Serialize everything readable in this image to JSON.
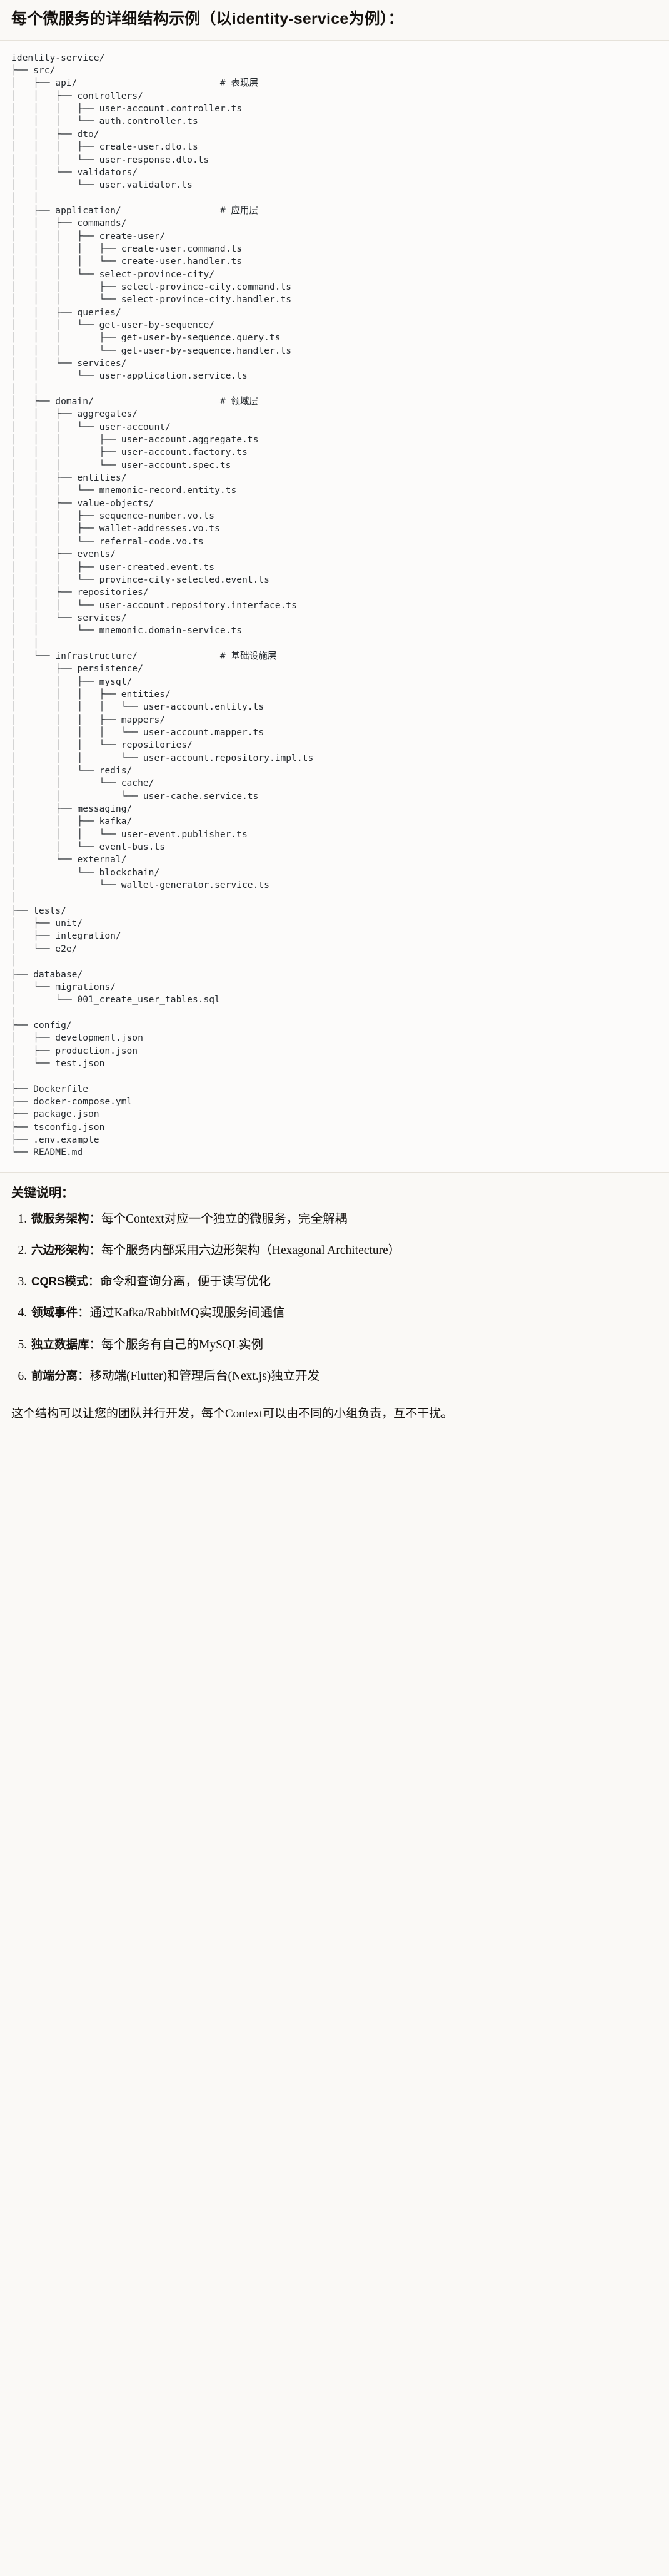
{
  "heading": "每个微服务的详细结构示例（以identity-service为例）：",
  "tree": {
    "root": "identity-service/",
    "text": "identity-service/\n├── src/\n│   ├── api/                          # 表现层\n│   │   ├── controllers/\n│   │   │   ├── user-account.controller.ts\n│   │   │   └── auth.controller.ts\n│   │   ├── dto/\n│   │   │   ├── create-user.dto.ts\n│   │   │   └── user-response.dto.ts\n│   │   └── validators/\n│   │       └── user.validator.ts\n│   │\n│   ├── application/                  # 应用层\n│   │   ├── commands/\n│   │   │   ├── create-user/\n│   │   │   │   ├── create-user.command.ts\n│   │   │   │   └── create-user.handler.ts\n│   │   │   └── select-province-city/\n│   │   │       ├── select-province-city.command.ts\n│   │   │       └── select-province-city.handler.ts\n│   │   ├── queries/\n│   │   │   └── get-user-by-sequence/\n│   │   │       ├── get-user-by-sequence.query.ts\n│   │   │       └── get-user-by-sequence.handler.ts\n│   │   └── services/\n│   │       └── user-application.service.ts\n│   │\n│   ├── domain/                       # 领域层\n│   │   ├── aggregates/\n│   │   │   └── user-account/\n│   │   │       ├── user-account.aggregate.ts\n│   │   │       ├── user-account.factory.ts\n│   │   │       └── user-account.spec.ts\n│   │   ├── entities/\n│   │   │   └── mnemonic-record.entity.ts\n│   │   ├── value-objects/\n│   │   │   ├── sequence-number.vo.ts\n│   │   │   ├── wallet-addresses.vo.ts\n│   │   │   └── referral-code.vo.ts\n│   │   ├── events/\n│   │   │   ├── user-created.event.ts\n│   │   │   └── province-city-selected.event.ts\n│   │   ├── repositories/\n│   │   │   └── user-account.repository.interface.ts\n│   │   └── services/\n│   │       └── mnemonic.domain-service.ts\n│   │\n│   └── infrastructure/               # 基础设施层\n│       ├── persistence/\n│       │   ├── mysql/\n│       │   │   ├── entities/\n│       │   │   │   └── user-account.entity.ts\n│       │   │   ├── mappers/\n│       │   │   │   └── user-account.mapper.ts\n│       │   │   └── repositories/\n│       │   │       └── user-account.repository.impl.ts\n│       │   └── redis/\n│       │       └── cache/\n│       │           └── user-cache.service.ts\n│       ├── messaging/\n│       │   ├── kafka/\n│       │   │   └── user-event.publisher.ts\n│       │   └── event-bus.ts\n│       └── external/\n│           └── blockchain/\n│               └── wallet-generator.service.ts\n│\n├── tests/\n│   ├── unit/\n│   ├── integration/\n│   └── e2e/\n│\n├── database/\n│   └── migrations/\n│       └── 001_create_user_tables.sql\n│\n├── config/\n│   ├── development.json\n│   ├── production.json\n│   └── test.json\n│\n├── Dockerfile\n├── docker-compose.yml\n├── package.json\n├── tsconfig.json\n├── .env.example\n└── README.md",
    "layer_comments": [
      {
        "path": "src/api/",
        "comment": "# 表现层"
      },
      {
        "path": "src/application/",
        "comment": "# 应用层"
      },
      {
        "path": "src/domain/",
        "comment": "# 领域层"
      },
      {
        "path": "src/infrastructure/",
        "comment": "# 基础设施层"
      }
    ]
  },
  "keys": {
    "title": "关键说明：",
    "items": [
      {
        "term": "微服务架构",
        "desc": "：每个Context对应一个独立的微服务，完全解耦"
      },
      {
        "term": "六边形架构",
        "desc": "：每个服务内部采用六边形架构（Hexagonal Architecture）"
      },
      {
        "term": "CQRS模式",
        "desc": "：命令和查询分离，便于读写优化"
      },
      {
        "term": "领域事件",
        "desc": "：通过Kafka/RabbitMQ实现服务间通信"
      },
      {
        "term": "独立数据库",
        "desc": "：每个服务有自己的MySQL实例"
      },
      {
        "term": "前端分离",
        "desc": "：移动端(Flutter)和管理后台(Next.js)独立开发"
      }
    ]
  },
  "closing": "这个结构可以让您的团队并行开发，每个Context可以由不同的小组负责，互不干扰。"
}
